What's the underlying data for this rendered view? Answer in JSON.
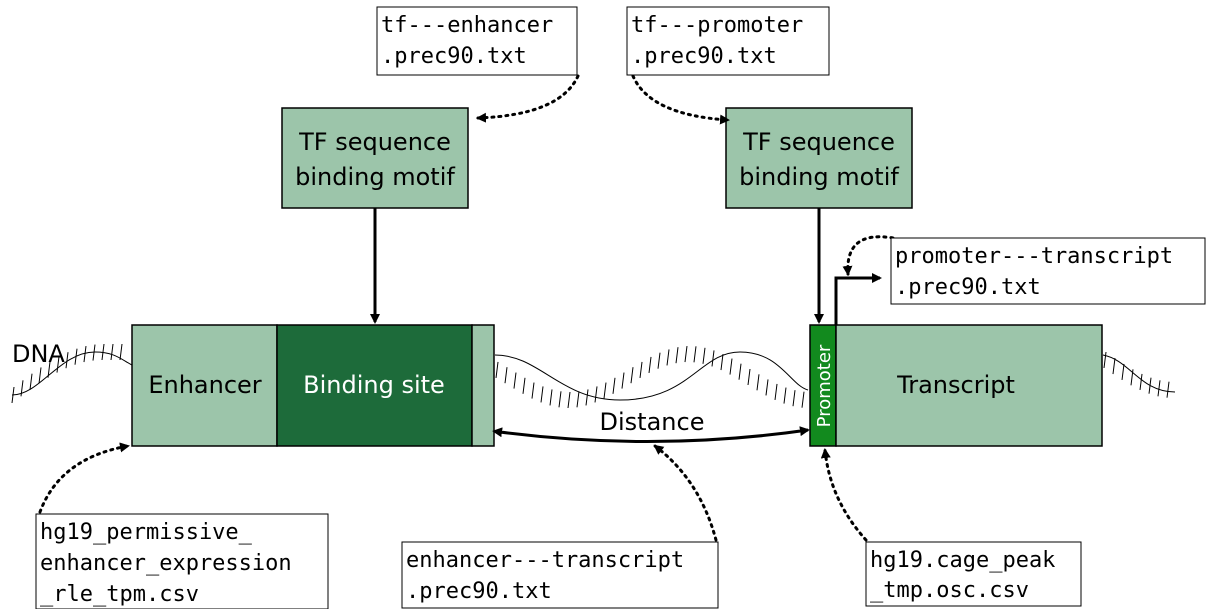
{
  "colors": {
    "box_light": "#9cc5aa",
    "box_dark": "#1d6b3a",
    "promoter": "#128a1e",
    "stroke": "#000000",
    "text_on_dark": "#ffffff"
  },
  "labels": {
    "dna": "DNA",
    "enhancer": "Enhancer",
    "binding_site": "Binding site",
    "transcript": "Transcript",
    "promoter": "Promoter",
    "distance": "Distance",
    "tf_motif_left_line1": "TF sequence",
    "tf_motif_left_line2": "binding motif",
    "tf_motif_right_line1": "TF sequence",
    "tf_motif_right_line2": "binding motif"
  },
  "files": {
    "tf_enhancer": [
      "tf---enhancer",
      ".prec90.txt"
    ],
    "tf_promoter": [
      "tf---promoter",
      ".prec90.txt"
    ],
    "promoter_transcript": [
      "promoter---transcript",
      ".prec90.txt"
    ],
    "enhancer_expression": [
      "hg19_permissive_",
      "enhancer_expression",
      "_rle_tpm.csv"
    ],
    "enhancer_transcript": [
      "enhancer---transcript",
      ".prec90.txt"
    ],
    "cage_peak": [
      "hg19.cage_peak",
      "_tmp.osc.csv"
    ]
  }
}
